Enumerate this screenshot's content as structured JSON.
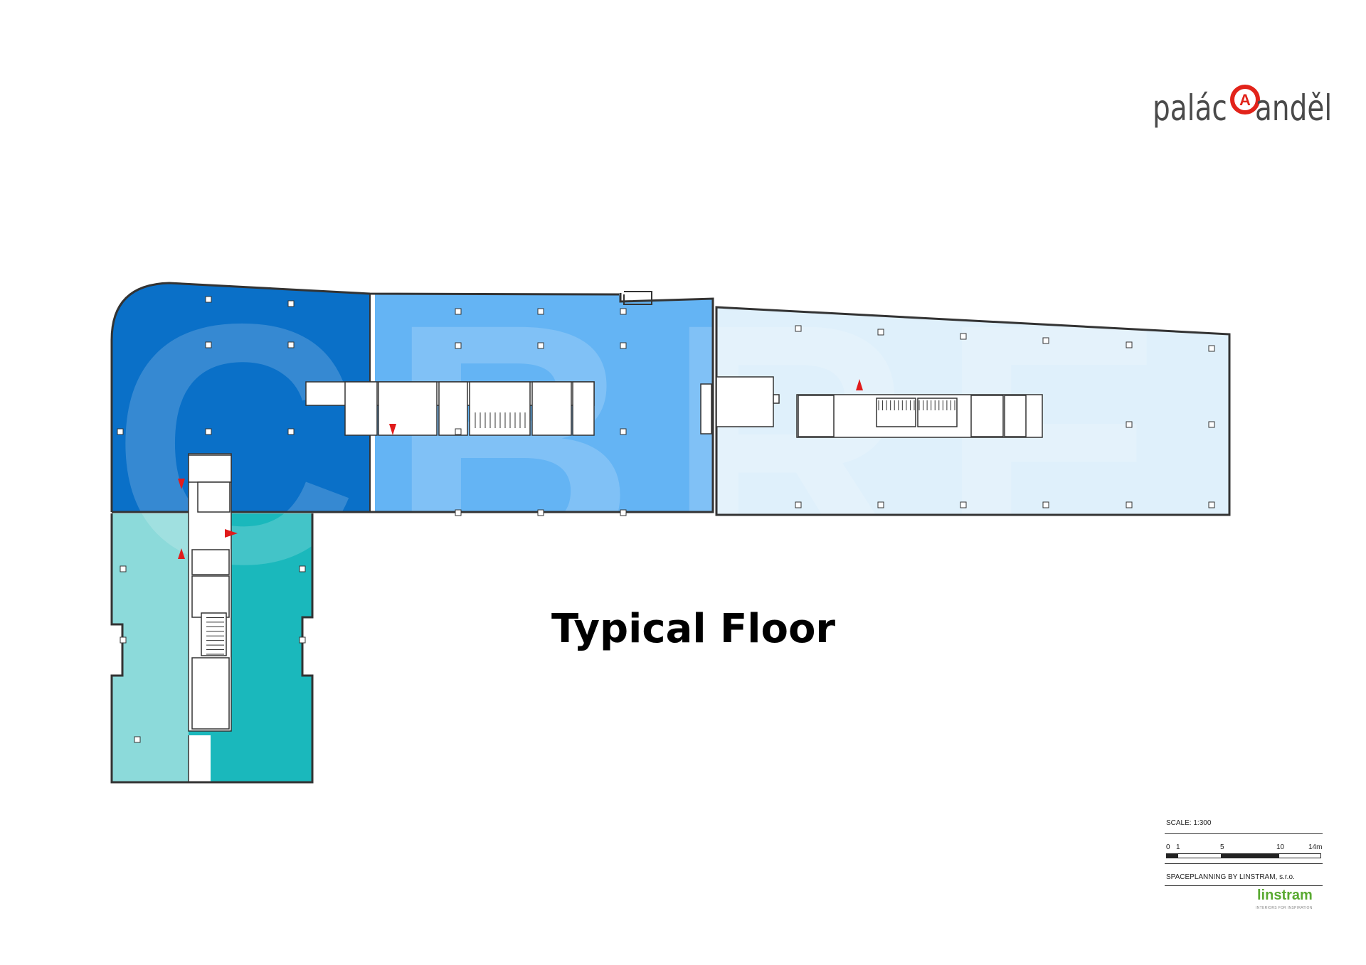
{
  "title": "Typical Floor",
  "logo": {
    "left_word": "palác",
    "right_word": "anděl",
    "mark_letter": "A",
    "mark_color": "#e2231a",
    "text_color": "#4a4a4a"
  },
  "colors": {
    "zone_dark_blue": "#0a70c8",
    "zone_mid_blue": "#64b4f4",
    "zone_pale_blue": "#dff0fb",
    "zone_teal_light": "#8cdada",
    "zone_teal_dark": "#1ab8bc",
    "wall": "#333333",
    "escape_arrow": "#e01b1b"
  },
  "watermark": "CBRE",
  "legend": {
    "scale": "SCALE: 1:300",
    "ticks": [
      "0",
      "1",
      "5",
      "10",
      "14m"
    ],
    "spaceplanning": "SPACEPLANNING BY LINSTRAM, s.r.o.",
    "brand": "linstram",
    "brand_tagline": "INTERIORS FOR INSPIRATION"
  }
}
